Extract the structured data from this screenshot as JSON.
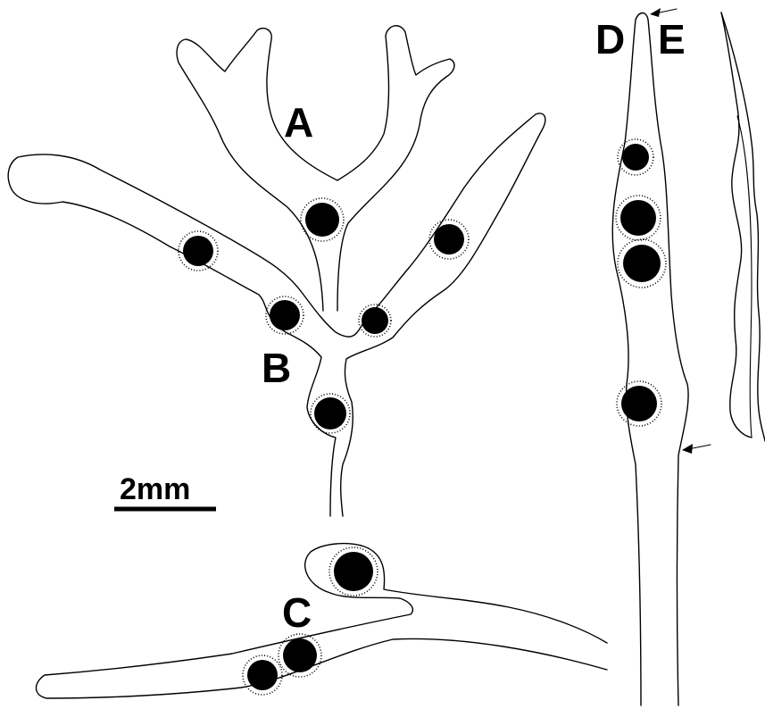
{
  "panel_labels": {
    "a": "A",
    "b": "B",
    "c": "C",
    "d": "D",
    "e": "E"
  },
  "scale_bar": {
    "label": "2mm"
  }
}
